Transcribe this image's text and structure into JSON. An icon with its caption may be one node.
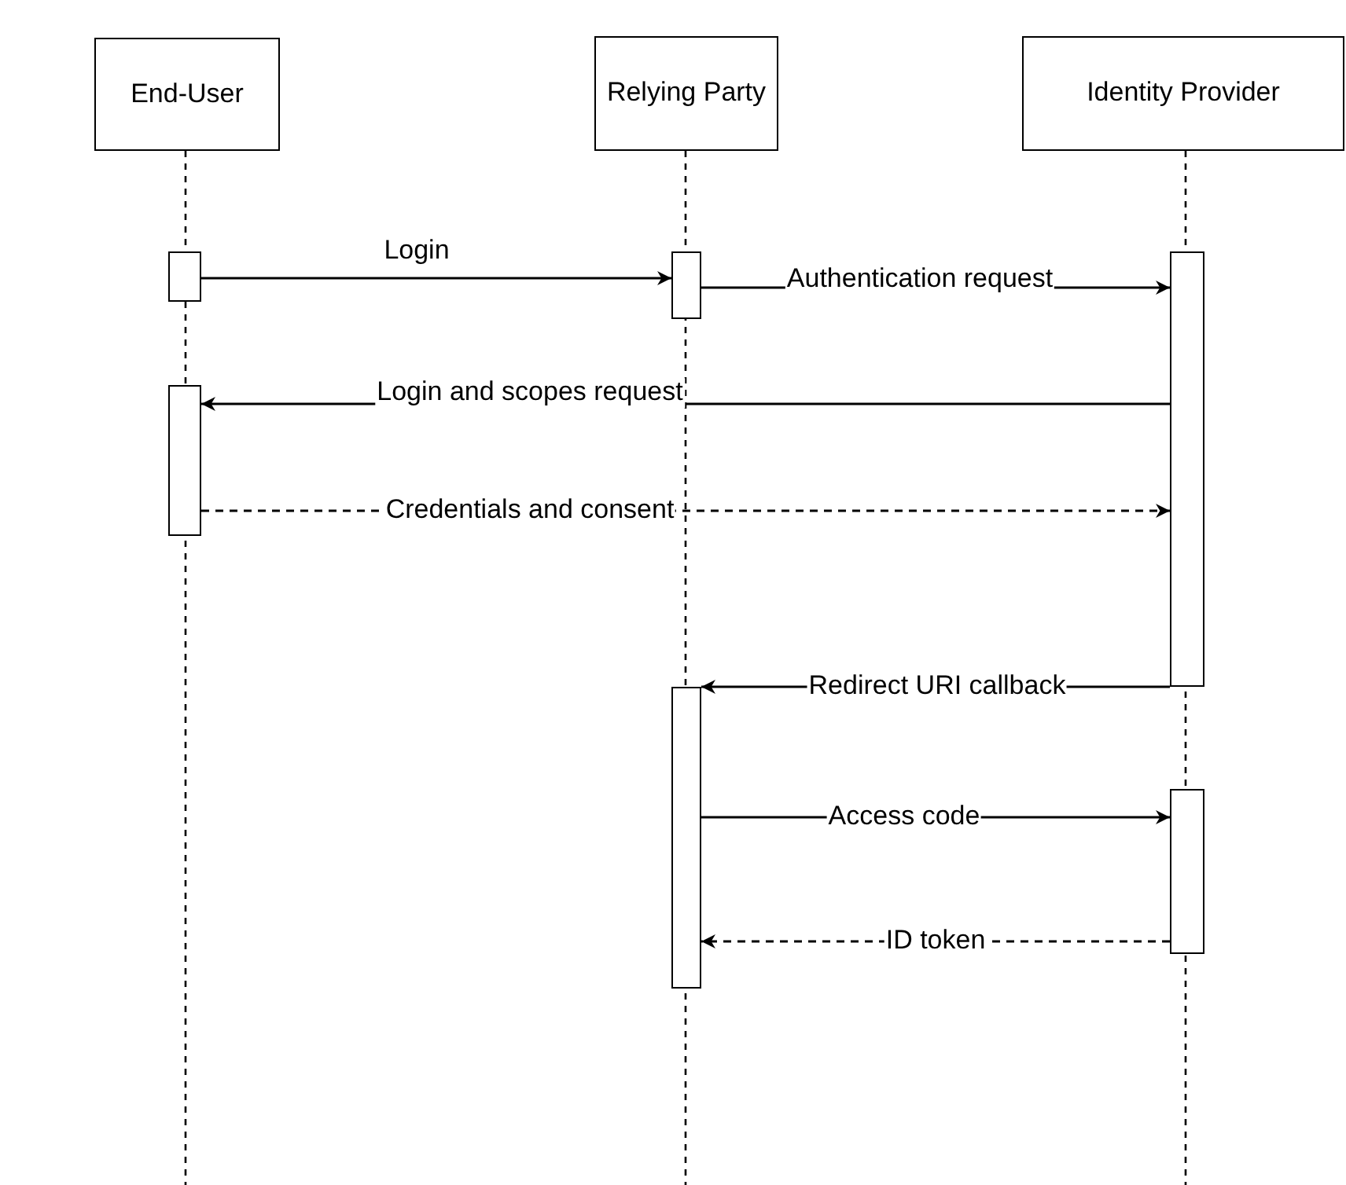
{
  "diagram": {
    "nodes": [
      {
        "text": [
          "End-User"
        ]
      },
      {
        "text": [
          "Relying Party"
        ]
      },
      {
        "text": [
          "Identity Provider"
        ]
      },
      {
        "text": [],
        "shape": "bar"
      },
      {
        "text": [],
        "shape": "bar"
      },
      {
        "text": [],
        "shape": "bar"
      },
      {
        "text": [],
        "shape": "bar"
      },
      {
        "text": [],
        "shape": "bar"
      },
      {
        "text": [],
        "shape": "bar"
      }
    ],
    "edges": [
      {
        "from": 3,
        "to": 4,
        "arrow": "to",
        "label": "Login"
      },
      {
        "from": 4,
        "to": 5,
        "arrow": "to",
        "label": "Authentication request"
      },
      {
        "from": 5,
        "to": 6,
        "arrow": "to",
        "label": "Login and scopes request"
      },
      {
        "from": 6,
        "to": 5,
        "arrow": "to",
        "label": "Credentials and consent",
        "style": "dashed"
      },
      {
        "from": 5,
        "to": 7,
        "arrow": "to",
        "label": "Redirect URI callback"
      },
      {
        "from": 7,
        "to": 8,
        "arrow": "to",
        "label": "Access code"
      },
      {
        "from": 8,
        "to": 7,
        "arrow": "to",
        "label": "ID token",
        "style": "dashed"
      }
    ]
  }
}
